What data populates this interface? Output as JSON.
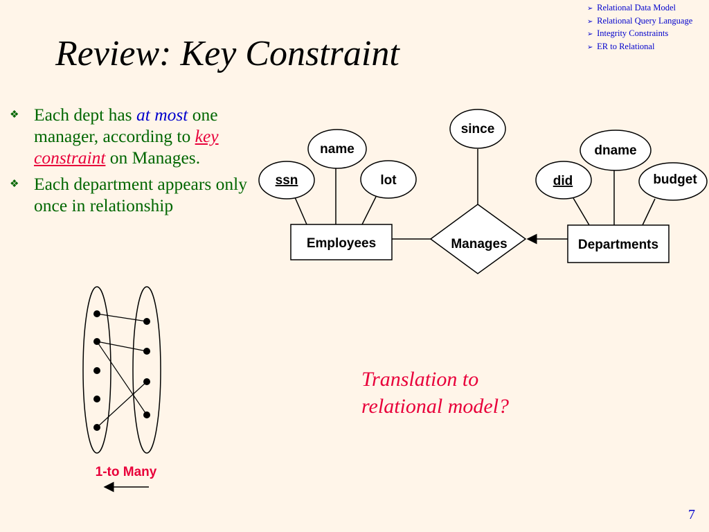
{
  "nav": {
    "items": [
      "Relational Data Model",
      "Relational Query Language",
      "Integrity Constraints",
      "ER to Relational"
    ]
  },
  "title": "Review: Key Constraint",
  "bullets": {
    "b1_part1": "Each dept has ",
    "b1_emph": "at most",
    "b1_part2": " one manager, according to ",
    "b1_link": "key constraint",
    "b1_part3": " on Manages.",
    "b2": "Each department appears only once in relationship"
  },
  "er": {
    "employees": "Employees",
    "manages": "Manages",
    "departments": "Departments",
    "ssn": "ssn",
    "name": "name",
    "lot": "lot",
    "since": "since",
    "did": "did",
    "dname": "dname",
    "budget": "budget"
  },
  "mapping_caption": "1-to Many",
  "translation": "Translation to relational model?",
  "page_number": "7",
  "colors": {
    "background": "#FFF5E9",
    "title": "#000000",
    "bullet_text": "#006600",
    "nav": "#0000CC",
    "emphasis_blue": "#0000CC",
    "emphasis_red": "#E8003A"
  }
}
